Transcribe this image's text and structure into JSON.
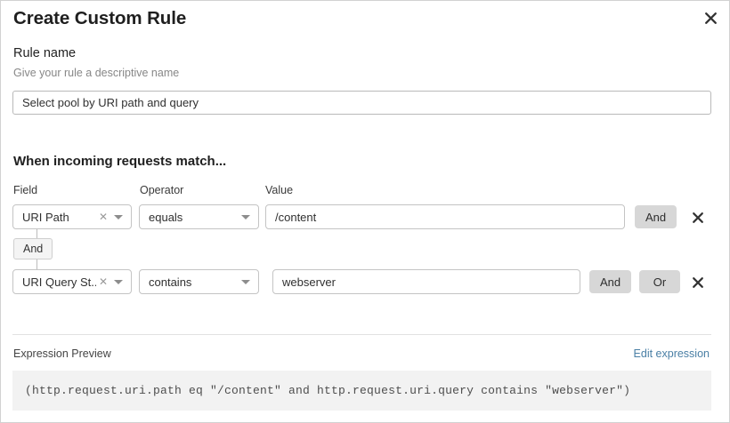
{
  "dialog": {
    "title": "Create Custom Rule",
    "close_icon": "close-icon"
  },
  "rule_name": {
    "label": "Rule name",
    "help": "Give your rule a descriptive name",
    "value": "Select pool by URI path and query",
    "placeholder": "Rule name"
  },
  "match": {
    "heading": "When incoming requests match...",
    "columns": {
      "field": "Field",
      "operator": "Operator",
      "value": "Value"
    },
    "connector": {
      "label": "And"
    },
    "rows": [
      {
        "field": "URI Path",
        "field_clear_icon": "clear-icon",
        "field_caret_icon": "chevron-down-icon",
        "operator": "equals",
        "operator_caret_icon": "chevron-down-icon",
        "value": "/content",
        "value_placeholder": "Value",
        "buttons": [
          "And"
        ],
        "delete_icon": "close-icon"
      },
      {
        "field": "URI Query St...",
        "field_clear_icon": "clear-icon",
        "field_caret_icon": "chevron-down-icon",
        "operator": "contains",
        "operator_caret_icon": "chevron-down-icon",
        "value": "webserver",
        "value_placeholder": "Value",
        "buttons": [
          "And",
          "Or"
        ],
        "delete_icon": "close-icon"
      }
    ]
  },
  "expression": {
    "label": "Expression Preview",
    "edit_link": "Edit expression",
    "code": "(http.request.uri.path eq \"/content\" and http.request.uri.query contains \"webserver\")"
  },
  "colors": {
    "link": "#4a7fa5",
    "button_bg": "#d7d7d7",
    "code_bg": "#f2f2f2",
    "border": "#c4c4c4"
  }
}
